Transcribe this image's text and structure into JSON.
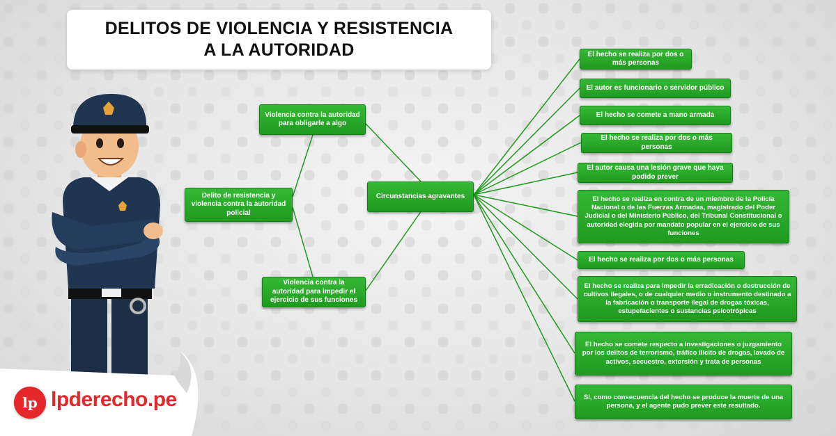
{
  "title": {
    "line1": "DELITOS DE VIOLENCIA Y RESISTENCIA",
    "line2": "A LA AUTORIDAD"
  },
  "diagram": {
    "root": "Delito de resistencia y violencia  contra la autoridad policial",
    "branch_top": "Violencia contra la autoridad para obligarle a algo",
    "branch_bottom": "Violencia contra la autoridad para impedir el ejercicio de sus funciones",
    "hub": "Circunstancias agravantes",
    "aggravants": [
      "El hecho se realiza por dos o más personas",
      "El autor es funcionario o servidor público",
      "El hecho se comete a mano armada",
      "El hecho se realiza por dos o más personas",
      "El autor causa una lesión grave que haya podido prever",
      "El hecho se realiza en contra de un miembro de la Policía Nacional o de las Fuerzas Armadas, magistrado del Poder Judicial o del Ministerio Público, del Tribunal Constitucional o autoridad elegida por mandato popular en el ejercicio de sus funciones",
      "El hecho se realiza por dos o más personas",
      "El hecho se realiza para impedir la erradicación o destrucción de cultivos ilegales, o de cualquier medio o instrumento destinado a la fabricación o transporte ilegal de drogas tóxicas, estupefacientes o sustancias psicotrópicas",
      "El hecho se comete respecto a investigaciones o juzgamiento por los delitos de terrorismo, tráfico ilícito de drogas, lavado de activos, secuestro, extorsión y trata de personas",
      "Si, como consecuencia del hecho se produce la muerte de una persona, y el agente pudo prever este resultado."
    ]
  },
  "brand": {
    "logo_mark": "lp",
    "site": "lpderecho.pe",
    "color": "#e3272b"
  },
  "illustration": {
    "subject": "police-officer-icon",
    "badge_color": "#e8a23a",
    "uniform_color": "#1f3550"
  },
  "colors": {
    "node_green": "#2aa82a",
    "line_green": "#1f9a1f"
  }
}
